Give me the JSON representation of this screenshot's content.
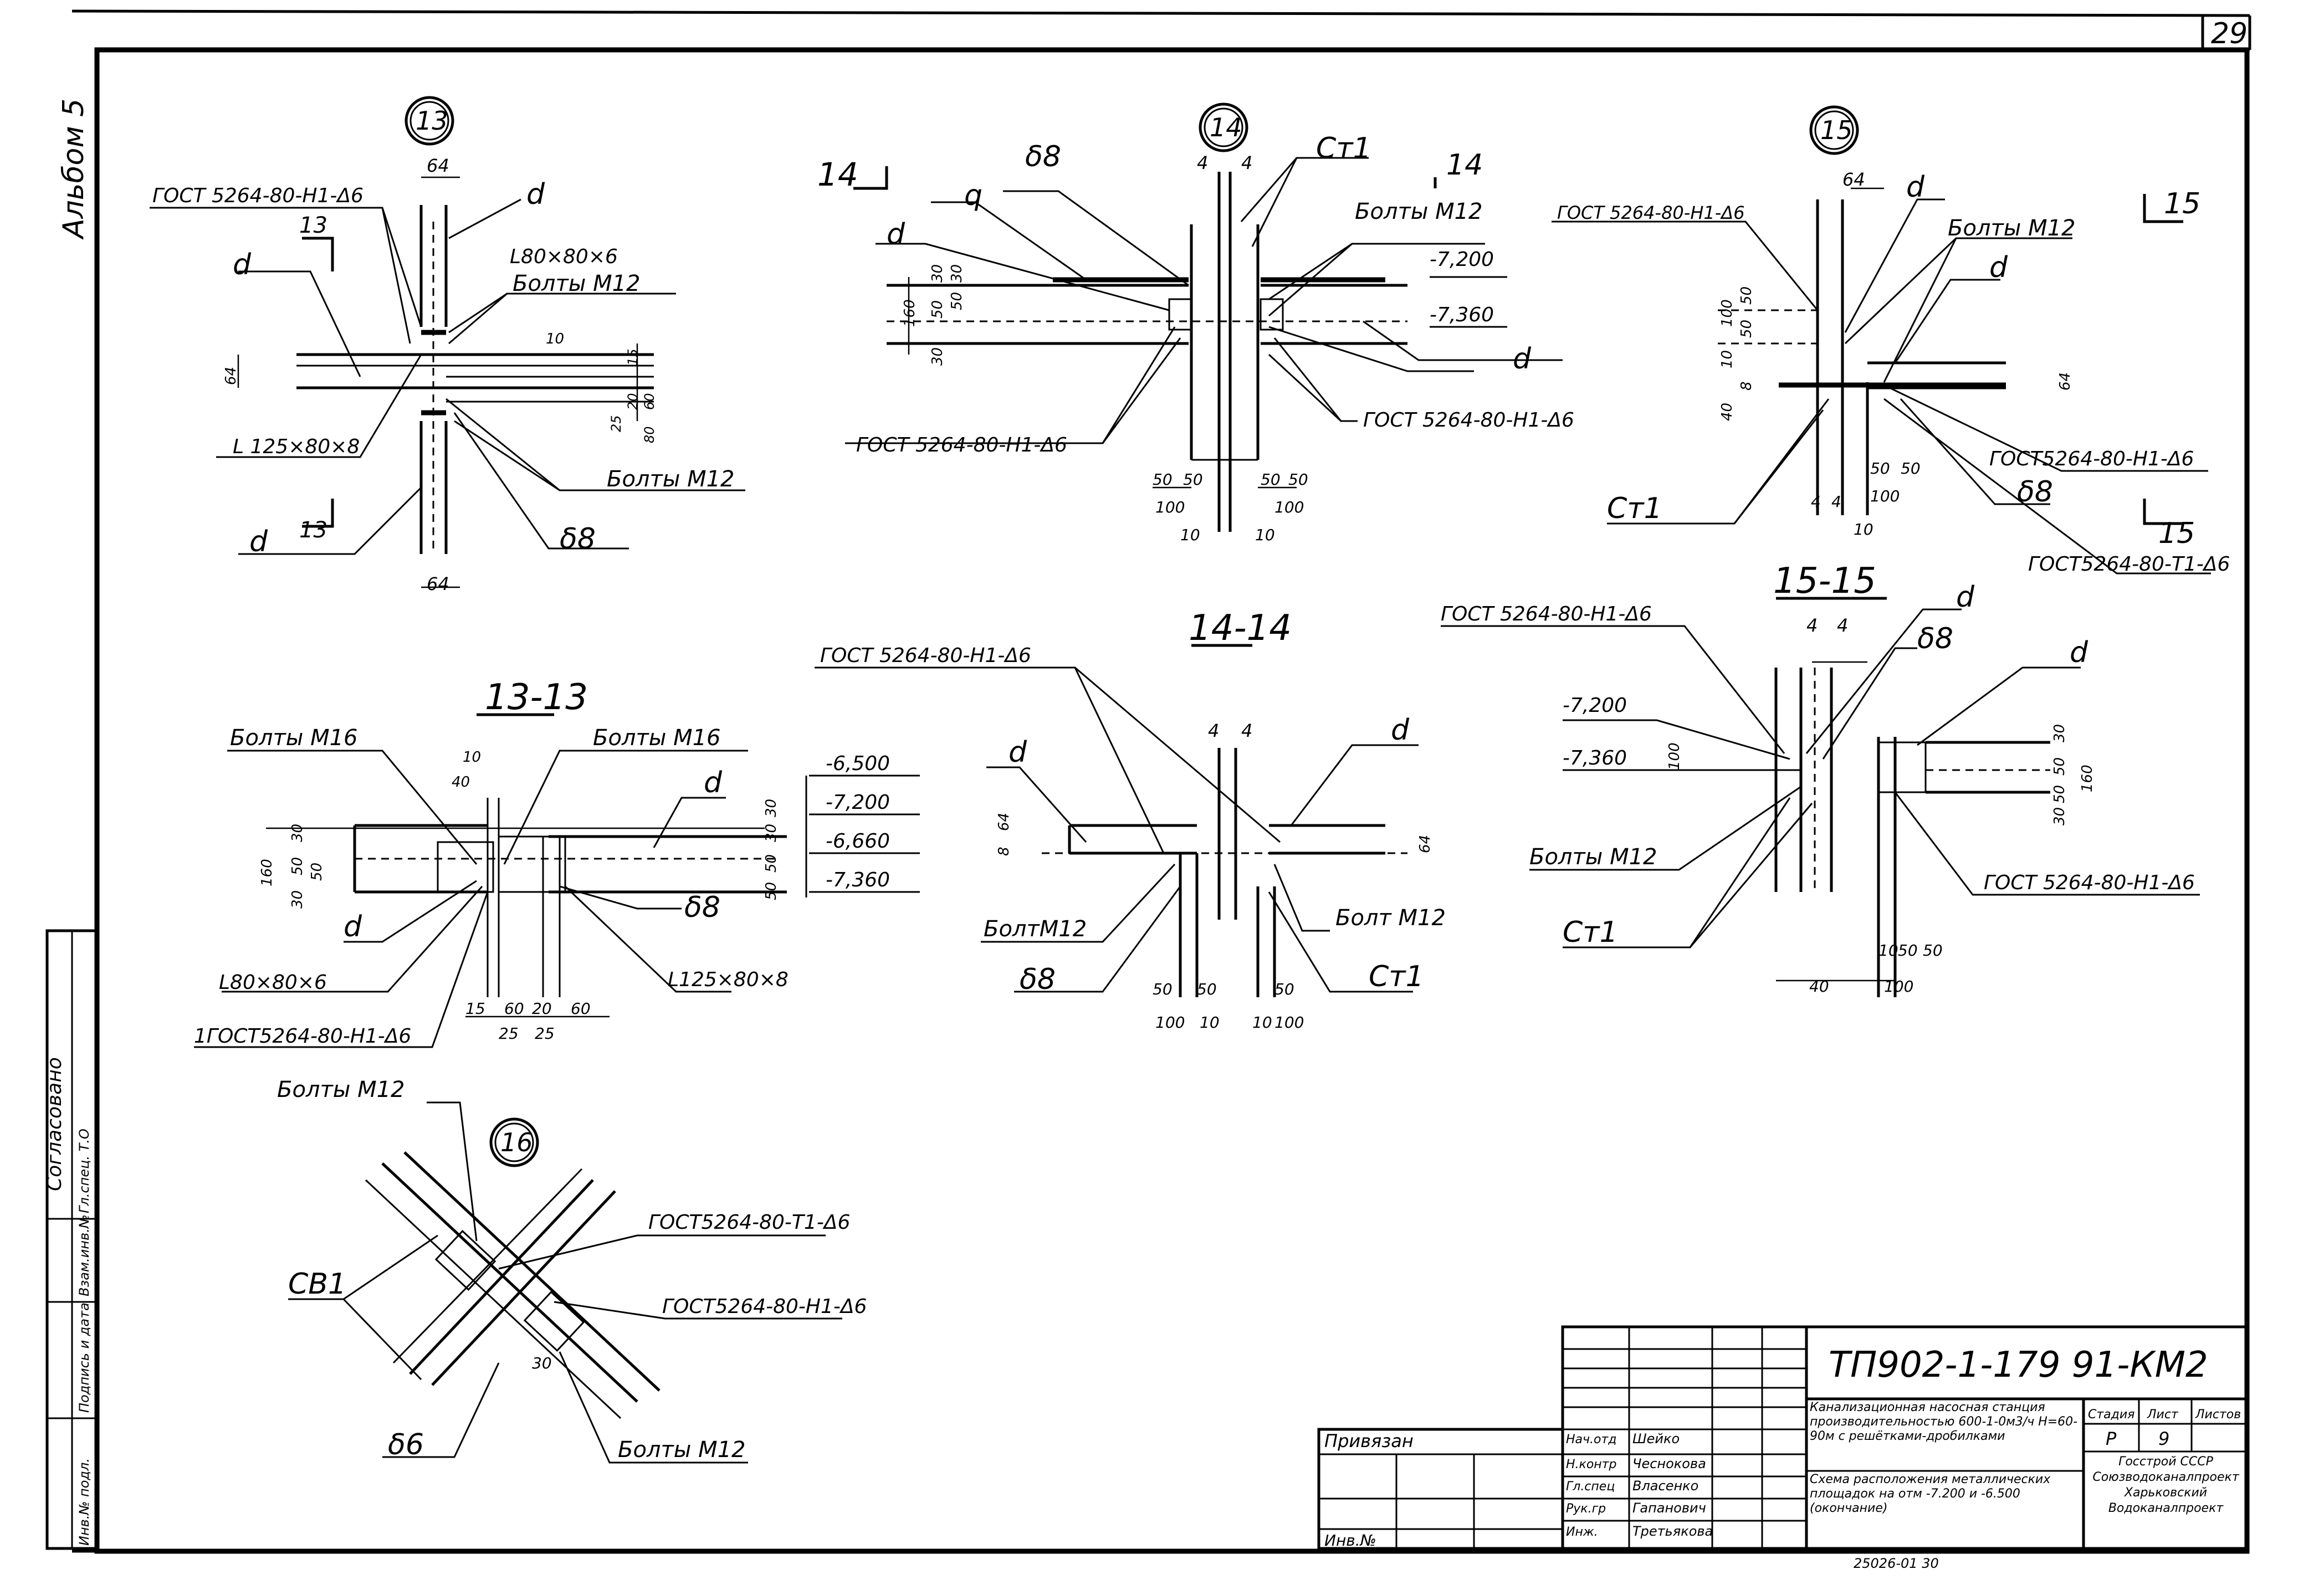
{
  "sheet": {
    "sheet_number": "29",
    "album": "Альбом 5",
    "bottom_code": "25026-01 30"
  },
  "title_block": {
    "code": "ТП902-1-179 91-КМ2",
    "tied": "Привязан",
    "inv": "Инв.№",
    "roles": [
      "Нач.отд",
      "Н.контр",
      "Гл.спец",
      "Рук.гр",
      "Инж."
    ],
    "names": [
      "Шейко",
      "Чеснокова",
      "Власенко",
      "Гапанович",
      "Третьякова"
    ],
    "project_desc": "Канализационная насосная станция производительностью 600-1-0м3/ч Н=60-90м с решётками-дробилками",
    "drawing_desc": "Схема расположения металлических площадок на отм -7.200 и -6.500 (окончание)",
    "stage_header": "Стадия",
    "sheet_header": "Лист",
    "sheets_header": "Листов",
    "stage": "Р",
    "sheet_val": "9",
    "org": "Госстрой СССР Союзводоканалпроект Харьковский Водоканалпроект"
  },
  "left_strip": {
    "agreed": "Согласовано",
    "items": [
      "Гл.спец. Т.О",
      "Взам.инв.№",
      "Подпись и дата",
      "Инв.№ подл."
    ]
  },
  "n13": {
    "mark": "13",
    "gost": "ГОСТ 5264-80-Н1-Δ6",
    "d": "d",
    "angle1": "L80×80×6",
    "bolts": "Болты М12",
    "section": "13",
    "angle2": "L 125×80×8",
    "b8": "δ8",
    "d64": "64",
    "d64b": "64",
    "d64c": "64",
    "d10": "10",
    "dims": [
      "25",
      "15",
      "20",
      "60",
      "80"
    ]
  },
  "n14": {
    "mark": "14",
    "section": "14",
    "b8": "δ8",
    "q": "q",
    "d": "d",
    "st1": "Ст1",
    "bolts": "Болты М12",
    "gost": "ГОСТ 5264-80-Н1-Δ6",
    "el1": "-7,200",
    "el2": "-7,360",
    "dims_left": [
      "160",
      "30",
      "50",
      "30",
      "50",
      "30"
    ],
    "dims_bottom": [
      "50",
      "50",
      "100",
      "10",
      "50",
      "50",
      "100",
      "10"
    ],
    "d44": [
      "4",
      "4"
    ]
  },
  "n15": {
    "mark": "15",
    "section": "15",
    "gost_h": "ГОСТ 5264-80-Н1-Δ6",
    "gost_t": "ГОСТ5264-80-Т1-Δ6",
    "gost_h2": "ГОСТ5264-80-Н1-Δ6",
    "d": "d",
    "bolts": "Болты М12",
    "st1": "Ст1",
    "b8": "δ8",
    "dims": [
      "64",
      "100",
      "50",
      "10",
      "50",
      "40",
      "8",
      "64",
      "50",
      "50",
      "100",
      "10",
      "4",
      "4"
    ]
  },
  "s1313": {
    "title": "13-13",
    "bolts16": "Болты М16",
    "d": "d",
    "angle1": "L80×80×6",
    "gost": "1ГОСТ5264-80-Н1-Δ6",
    "angle2": "L125×80×8",
    "b8": "δ8",
    "el": [
      "-6,500",
      "-7,200",
      "-6,660",
      "-7,360"
    ],
    "dims": [
      "10",
      "40",
      "160",
      "30",
      "50",
      "30",
      "50",
      "30",
      "50",
      "50",
      "30",
      "15",
      "25",
      "60",
      "20",
      "25",
      "60"
    ]
  },
  "s1414": {
    "title": "14-14",
    "gost": "ГОСТ 5264-80-Н1-Δ6",
    "d": "d",
    "bolt": "БолтМ12",
    "bolt2": "Болт М12",
    "b8": "δ8",
    "st1": "Ст1",
    "dims": [
      "8",
      "64",
      "64",
      "4",
      "4",
      "50",
      "50",
      "100",
      "10",
      "50",
      "10",
      "100"
    ]
  },
  "s1515": {
    "title": "15-15",
    "gost": "ГОСТ 5264-80-Н1-Δ6",
    "gost2": "ГОСТ 5264-80-Н1-Δ6",
    "d": "d",
    "b8": "δ8",
    "el1": "-7,200",
    "el2": "-7,360",
    "bolts": "Болты М12",
    "st1": "Ст1",
    "dims": [
      "4",
      "4",
      "100",
      "30",
      "50",
      "30",
      "50",
      "160",
      "10",
      "50",
      "50",
      "40",
      "100"
    ]
  },
  "n16": {
    "mark": "16",
    "bolts": "Болты М12",
    "gost_t": "ГОСТ5264-80-Т1-Δ6",
    "gost_h": "ГОСТ5264-80-Н1-Δ6",
    "sv1": "СВ1",
    "b6": "δ6",
    "d30": "30"
  }
}
